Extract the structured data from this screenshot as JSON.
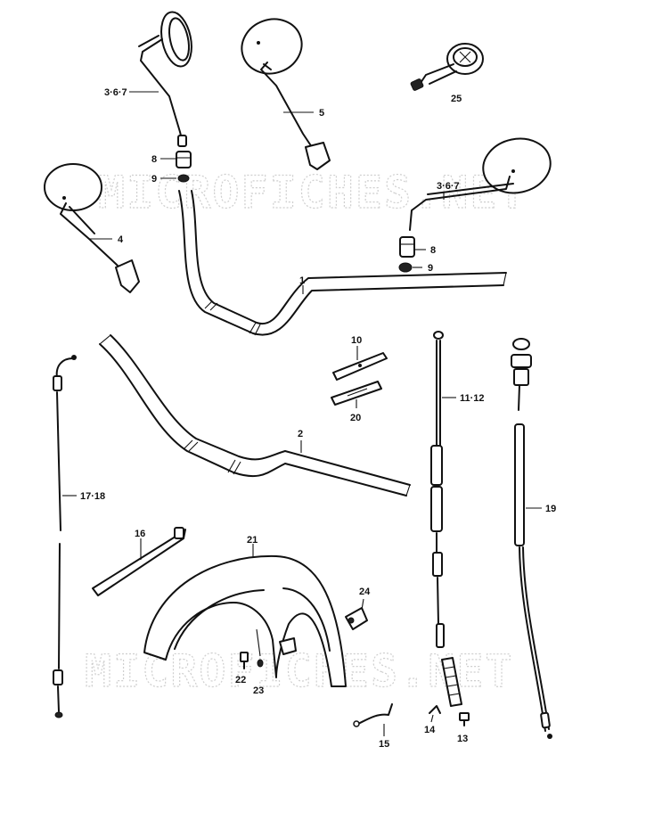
{
  "watermarks": [
    "MICROFICHES.NET",
    "MICROFICHES.NET"
  ],
  "callouts": {
    "mirror_left_upper": "3·6·7",
    "mirror_right_upper": "5",
    "gauge": "25",
    "mirror_left_lower": "4",
    "mirror_right_lower": "3·6·7",
    "nut_left": "8",
    "washer_left": "9",
    "nut_right": "8",
    "washer_right": "9",
    "handlebar_1": "1",
    "handlebar_2": "2",
    "strap_10": "10",
    "strap_20": "20",
    "cable_11_12": "11·12",
    "cable_17_18": "17·18",
    "cable_19": "19",
    "strap_16": "16",
    "fender_21": "21",
    "bolt_22": "22",
    "washer_23": "23",
    "knob_24": "24",
    "spring_15": "15",
    "pin_14": "14",
    "bolt_13": "13"
  }
}
